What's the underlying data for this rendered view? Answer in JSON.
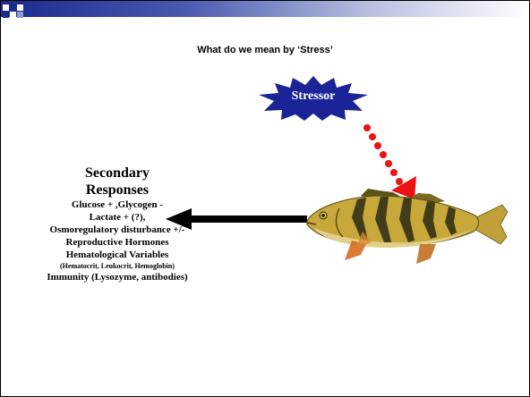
{
  "title": "What do we mean by ‘Stress’",
  "stressor": "Stressor",
  "secondary": {
    "heading_1": "Secondary",
    "heading_2": "Responses",
    "lines": [
      "Glucose + ,Glycogen -",
      "Lactate + (?),",
      "Osmoregulatory disturbance +/-",
      "Reproductive Hormones",
      "Hematological Variables"
    ],
    "note": "(Hematocrit, Leukocrit, Hemoglobin)",
    "last_line": "Immunity (Lysozyme, antibodies)"
  },
  "colors": {
    "header_dark": "#1a2a8c",
    "stressor_fill": "#1a2496",
    "dotted_arrow": "#ee1111",
    "fish_body": "#c8a83a",
    "fish_stripe": "#2a2a14"
  },
  "icons": [
    "stressor-starburst",
    "fish-image",
    "left-arrow",
    "dotted-arrow"
  ]
}
